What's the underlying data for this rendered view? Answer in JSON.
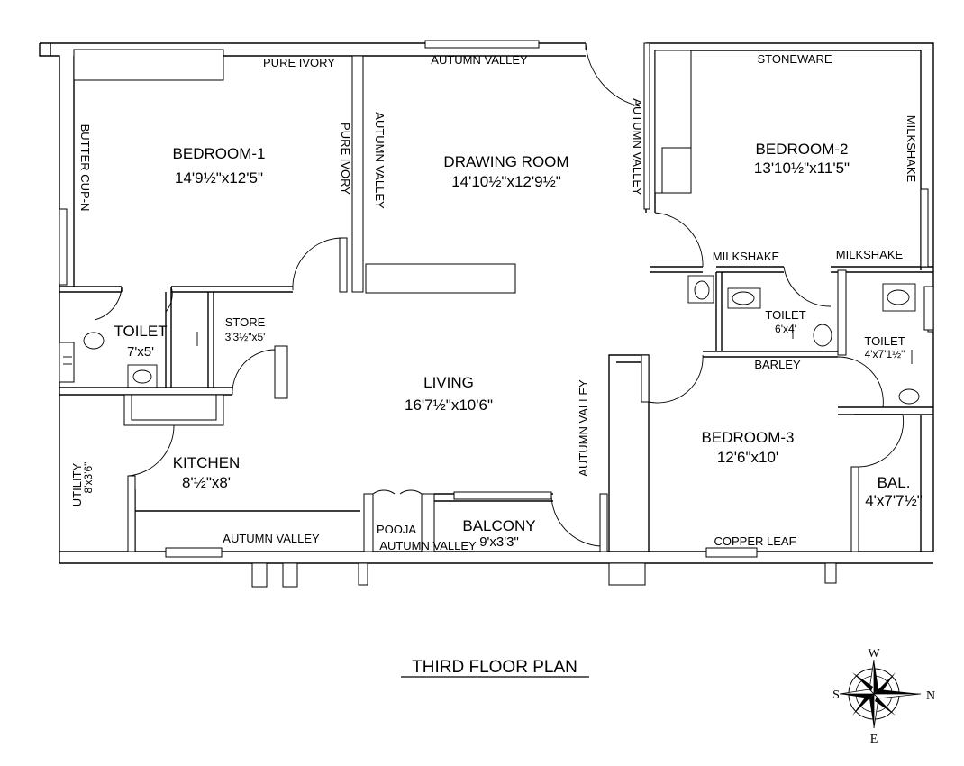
{
  "title": "THIRD FLOOR PLAN",
  "rooms": {
    "bedroom1": {
      "name": "BEDROOM-1",
      "size": "14'9½\"x12'5\""
    },
    "drawing": {
      "name": "DRAWING ROOM",
      "size": "14'10½\"x12'9½\""
    },
    "bedroom2": {
      "name": "BEDROOM-2",
      "size": "13'10½\"x11'5\""
    },
    "toilet1": {
      "name": "TOILET",
      "size": "7'x5'"
    },
    "store": {
      "name": "STORE",
      "size": "3'3½\"x5'"
    },
    "living": {
      "name": "LIVING",
      "size": "16'7½\"x10'6\""
    },
    "toilet2": {
      "name": "TOILET",
      "size": "6'x4'"
    },
    "toilet3": {
      "name": "TOILET",
      "size": "4'x7'1½\""
    },
    "bedroom3": {
      "name": "BEDROOM-3",
      "size": "12'6\"x10'"
    },
    "kitchen": {
      "name": "KITCHEN",
      "size": "8'½\"x8'"
    },
    "utility": {
      "name": "UTILITY",
      "size": "8'x3'6\""
    },
    "pooja": {
      "name": "POOJA"
    },
    "balcony": {
      "name": "BALCONY",
      "size": "9'x3'3\""
    },
    "bal": {
      "name": "BAL.",
      "size": "4'x7'7½\""
    }
  },
  "paints": {
    "pure_ivory_top": "PURE IVORY",
    "pure_ivory_side": "PURE IVORY",
    "butter_cup": "BUTTER CUP-N",
    "autumn_top": "AUTUMN VALLEY",
    "autumn_drawing_left": "AUTUMN VALLEY",
    "autumn_drawing_right": "AUTUMN VALLEY",
    "stoneware": "STONEWARE",
    "milkshake_right": "MILKSHAKE",
    "milkshake_1": "MILKSHAKE",
    "milkshake_2": "MILKSHAKE",
    "barley": "BARLEY",
    "autumn_living": "AUTUMN VALLEY",
    "autumn_kitchen": "AUTUMN VALLEY",
    "autumn_pooja": "AUTUMN VALLEY",
    "copper_leaf": "COPPER LEAF"
  },
  "compass": {
    "w": "W",
    "e": "E",
    "s": "S",
    "n": "N"
  }
}
